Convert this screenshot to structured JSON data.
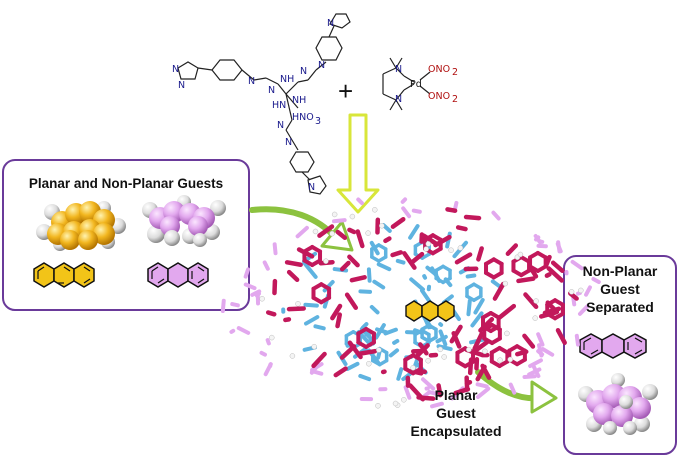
{
  "panels": {
    "left_title": "Planar and Non-Planar Guests",
    "right_title": "Non-Planar Guest Separated",
    "right_title_lines": [
      "Non-Planar",
      "Guest",
      "Separated"
    ],
    "center_caption_lines": [
      "Planar",
      "Guest",
      "Encapsulated"
    ]
  },
  "reaction": {
    "plus": "+",
    "ligand_atoms": {
      "nh": "NH",
      "hnh": "HN",
      "hno3": "HNO",
      "three": "3",
      "n": "N"
    },
    "complex_atoms": {
      "pd": "Pd",
      "n": "N",
      "ono2": "ONO",
      "two": "2"
    }
  },
  "colors": {
    "panel_border": "#6a3a9a",
    "arrow_green": "#8cc23f",
    "arrow_yellow": "#d8e63a",
    "cage_magenta": "#c2185b",
    "cage_blue": "#5fb3e0",
    "guest_orange": "#f2b61f",
    "guest_violet": "#e2a8ee",
    "hydrogen_grey": "#dcdcdc"
  },
  "icons": [
    "anthracene-structure-icon",
    "dihydroanthracene-structure-icon",
    "space-filling-model-icon",
    "molecular-cage-icon"
  ]
}
